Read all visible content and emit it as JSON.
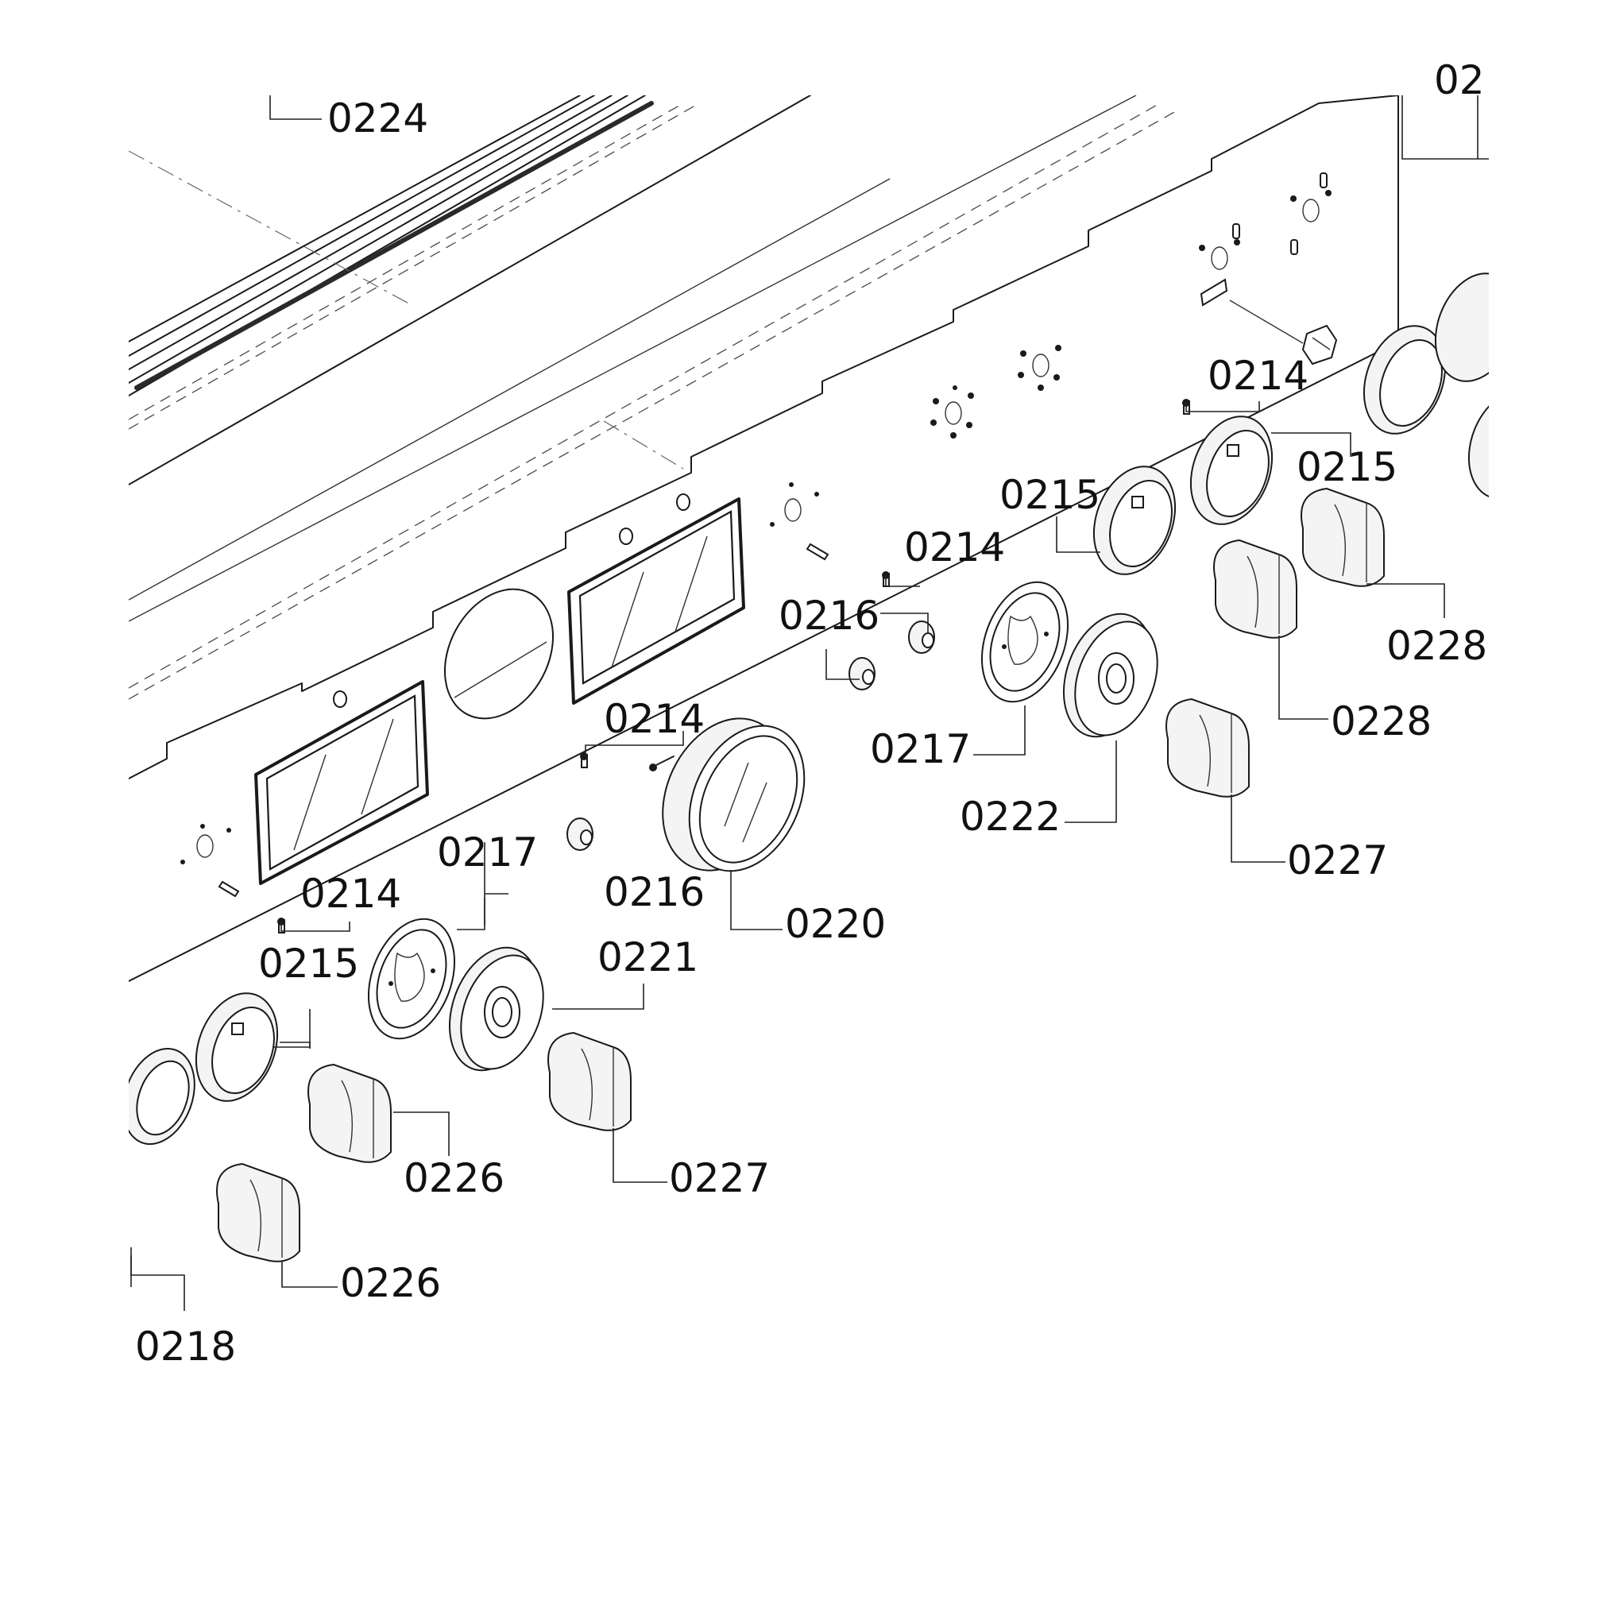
{
  "figure": {
    "background": "#ffffff",
    "line_color": "#1a1a1a"
  },
  "callouts": {
    "c0224": "0224",
    "c0214_a": "0214",
    "c0214_b": "0214",
    "c0214_c": "0214",
    "c0214_d": "0214",
    "c0215_a": "0215",
    "c0215_b": "0215",
    "c0215_c": "0215",
    "c0216_a": "0216",
    "c0216_b": "0216",
    "c0217_a": "0217",
    "c0217_b": "0217",
    "c0218": "0218",
    "c0220": "0220",
    "c0221": "0221",
    "c0222": "0222",
    "c0226_a": "0226",
    "c0226_b": "0226",
    "c0227_a": "0227",
    "c0227_b": "0227",
    "c0228_a": "0228",
    "c0228_b": "0228",
    "c_partial_top": "02"
  }
}
